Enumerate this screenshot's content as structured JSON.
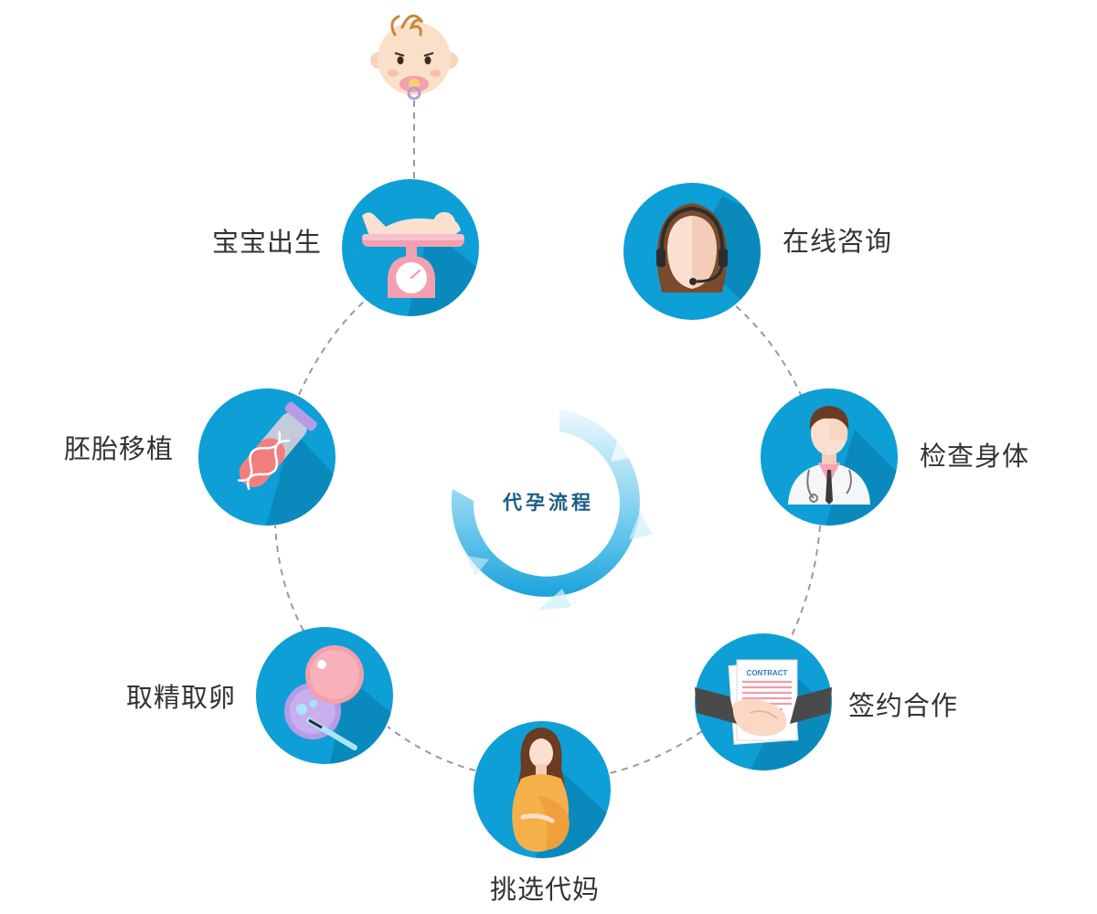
{
  "center_title": "代孕流程",
  "steps": [
    {
      "label": "在线咨询",
      "icon": "headset-operator-icon"
    },
    {
      "label": "检查身体",
      "icon": "doctor-icon"
    },
    {
      "label": "签约合作",
      "icon": "contract-handshake-icon"
    },
    {
      "label": "挑选代妈",
      "icon": "pregnant-woman-icon"
    },
    {
      "label": "取精取卵",
      "icon": "egg-cell-icon"
    },
    {
      "label": "胚胎移植",
      "icon": "dna-test-tube-icon"
    },
    {
      "label": "宝宝出生",
      "icon": "baby-on-scale-icon"
    }
  ],
  "baby_icon": "baby-face-icon",
  "contract_text": "CONTRACT",
  "colors": {
    "circle_blue": "#0d9fd6",
    "circle_shadow": "#0a78a8",
    "arc_light": "#e6f6fc",
    "arc_dark": "#1aa3db",
    "title": "#1a5c86",
    "label": "#333333",
    "dashed_line": "#9a9a9a"
  }
}
